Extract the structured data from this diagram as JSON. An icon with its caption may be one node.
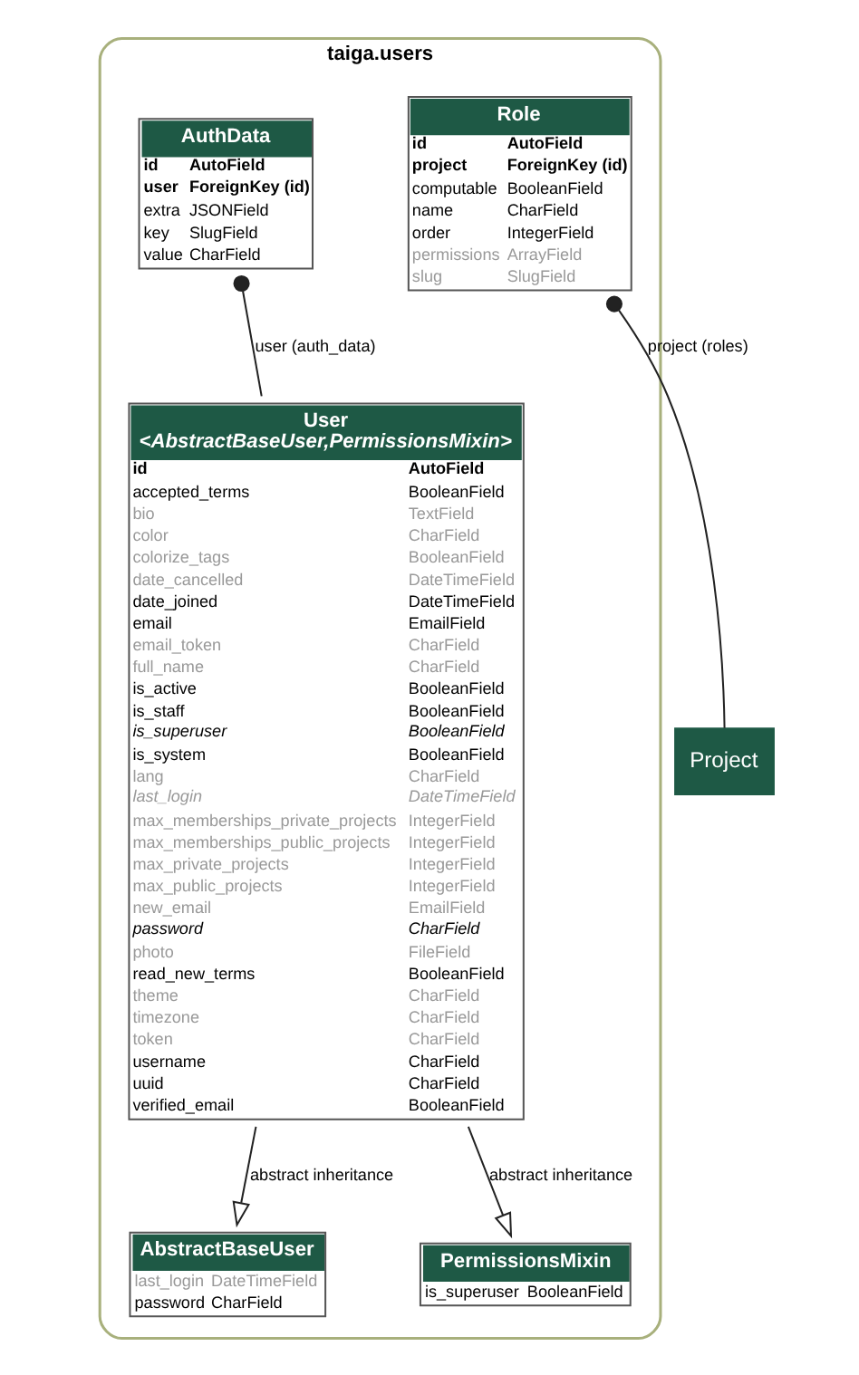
{
  "diagram": {
    "nodes": [
      {
        "text": [
          "taiga.users"
        ]
      },
      {
        "text": [
          "AuthData",
          "id",
          "AutoField",
          "user",
          "ForeignKey (id)",
          "extra",
          "JSONField",
          "key",
          "SlugField",
          "value",
          "CharField"
        ],
        "in": 0
      },
      {
        "text": [
          "Role",
          "id",
          "AutoField",
          "project",
          "ForeignKey (id)",
          "computable",
          "BooleanField",
          "name",
          "CharField",
          "order",
          "IntegerField",
          "permissions",
          "ArrayField",
          "slug",
          "SlugField"
        ],
        "in": 0
      },
      {
        "text": [
          "User",
          "<AbstractBaseUser,PermissionsMixin>",
          "id",
          "AutoField",
          "accepted_terms",
          "BooleanField",
          "bio",
          "TextField",
          "color",
          "CharField",
          "colorize_tags",
          "BooleanField",
          "date_cancelled",
          "DateTimeField",
          "date_joined",
          "DateTimeField",
          "email",
          "EmailField",
          "email_token",
          "CharField",
          "full_name",
          "CharField",
          "is_active",
          "BooleanField",
          "is_staff",
          "BooleanField",
          "is_superuser",
          "BooleanField",
          "is_system",
          "BooleanField",
          "lang",
          "CharField",
          "last_login",
          "DateTimeField",
          "max_memberships_private_projects",
          "IntegerField",
          "max_memberships_public_projects",
          "IntegerField",
          "max_private_projects",
          "IntegerField",
          "max_public_projects",
          "IntegerField",
          "new_email",
          "EmailField",
          "password",
          "CharField",
          "photo",
          "FileField",
          "read_new_terms",
          "BooleanField",
          "theme",
          "CharField",
          "timezone",
          "CharField",
          "token",
          "CharField",
          "username",
          "CharField",
          "uuid",
          "CharField",
          "verified_email",
          "BooleanField"
        ],
        "in": 0
      },
      {
        "text": [
          "AbstractBaseUser",
          "last_login",
          "DateTimeField",
          "password",
          "CharField"
        ],
        "in": 0
      },
      {
        "text": [
          "PermissionsMixin",
          "is_superuser",
          "BooleanField"
        ],
        "in": 0
      },
      {
        "text": [
          "Project"
        ]
      }
    ],
    "edges": [
      {
        "from": 1,
        "to": 3,
        "arrow": "other",
        "label": "user (auth_data)"
      },
      {
        "from": 2,
        "to": 6,
        "arrow": "other",
        "label": "project (roles)"
      },
      {
        "from": 3,
        "to": 4,
        "arrow": "to",
        "label": "abstract inheritance"
      },
      {
        "from": 3,
        "to": 5,
        "arrow": "to",
        "label": "abstract inheritance"
      }
    ]
  }
}
